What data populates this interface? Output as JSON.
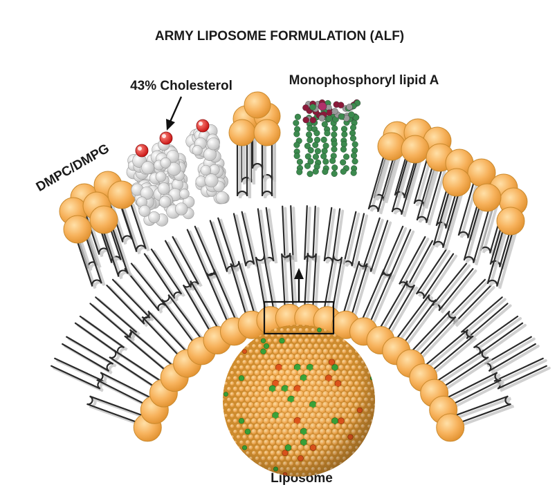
{
  "title": "ARMY LIPOSOME FORMULATION (ALF)",
  "labels": {
    "cholesterol": "43% Cholesterol",
    "mpla": "Monophosphoryl lipid A",
    "phospholipid": "DMPC/DMPG",
    "liposome": "Liposome"
  },
  "colors": {
    "head": "#F7B25C",
    "head_stroke": "#C98A2E",
    "tail": "#8F8F8F",
    "tail_shadow": "#C4C4C4",
    "cholesterol_body": "#E9E9E9",
    "cholesterol_oxygen": "#E0201C",
    "mpla_green": "#3C8A4E",
    "mpla_red": "#8B1A3A",
    "sphere_green": "#3AA63A",
    "sphere_red": "#E2561C"
  }
}
